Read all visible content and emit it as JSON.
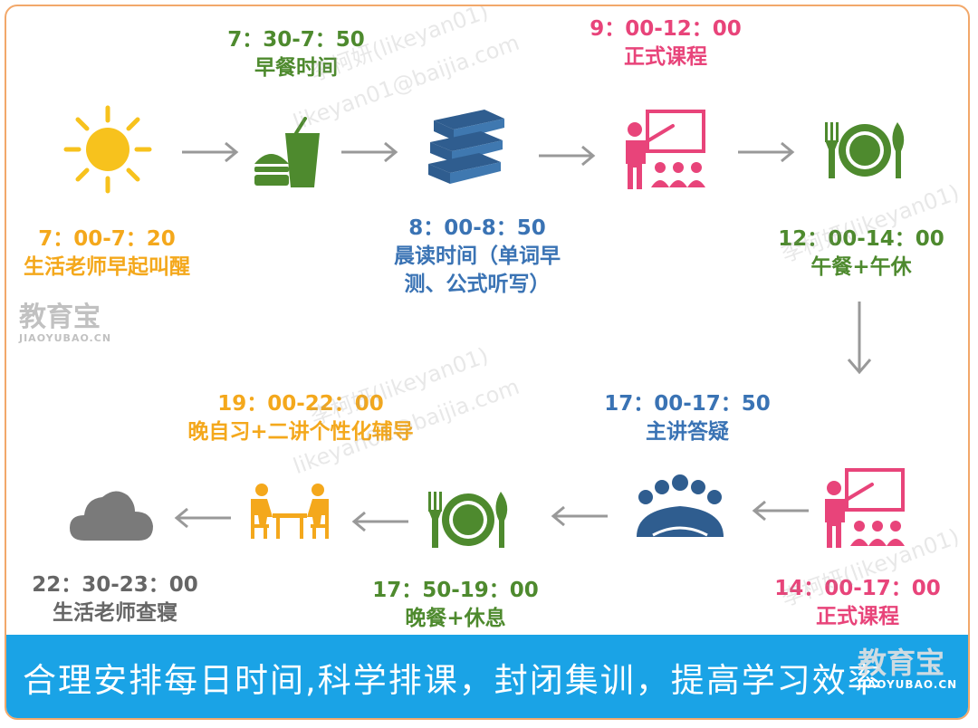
{
  "steps": [
    {
      "time": "7：00-7：20",
      "desc": "生活老师早起叫醒"
    },
    {
      "time": "7：30-7：50",
      "desc": "早餐时间"
    },
    {
      "time": "8：00-8：50",
      "desc": "晨读时间（单词早",
      "desc2": "测、公式听写）"
    },
    {
      "time": "9：00-12：00",
      "desc": "正式课程"
    },
    {
      "time": "12：00-14：00",
      "desc": "午餐+午休"
    },
    {
      "time": "14：00-17：00",
      "desc": "正式课程"
    },
    {
      "time": "17：00-17：50",
      "desc": "主讲答疑"
    },
    {
      "time": "17：50-19：00",
      "desc": "晚餐+休息"
    },
    {
      "time": "19：00-22：00",
      "desc": "晚自习+二讲个性化辅导"
    },
    {
      "time": "22：30-23：00",
      "desc": "生活老师查寝"
    }
  ],
  "icons": [
    "sun-icon",
    "fast-food-icon",
    "books-icon",
    "teacher-classroom-icon",
    "plate-cutlery-icon",
    "teacher-classroom-icon",
    "meeting-group-icon",
    "plate-cutlery-icon",
    "study-desk-icon",
    "cloud-icon"
  ],
  "colors": {
    "green": "#4e8a2e",
    "pink": "#e8447a",
    "orange": "#f4a81c",
    "blue": "#3a73b4",
    "gray": "#666666",
    "footer": "#1aa3e6",
    "border": "#f2a86a"
  },
  "footer": {
    "slogan": "合理安排每日时间,科学排课，封闭集训，提高学习效率"
  },
  "watermarks": {
    "name": "李柯妍(likeyan01)",
    "email": "likeyan01@baijia.com"
  },
  "brand": {
    "logo_text": "教育宝",
    "domain": "JIAOYUBAO.CN"
  }
}
